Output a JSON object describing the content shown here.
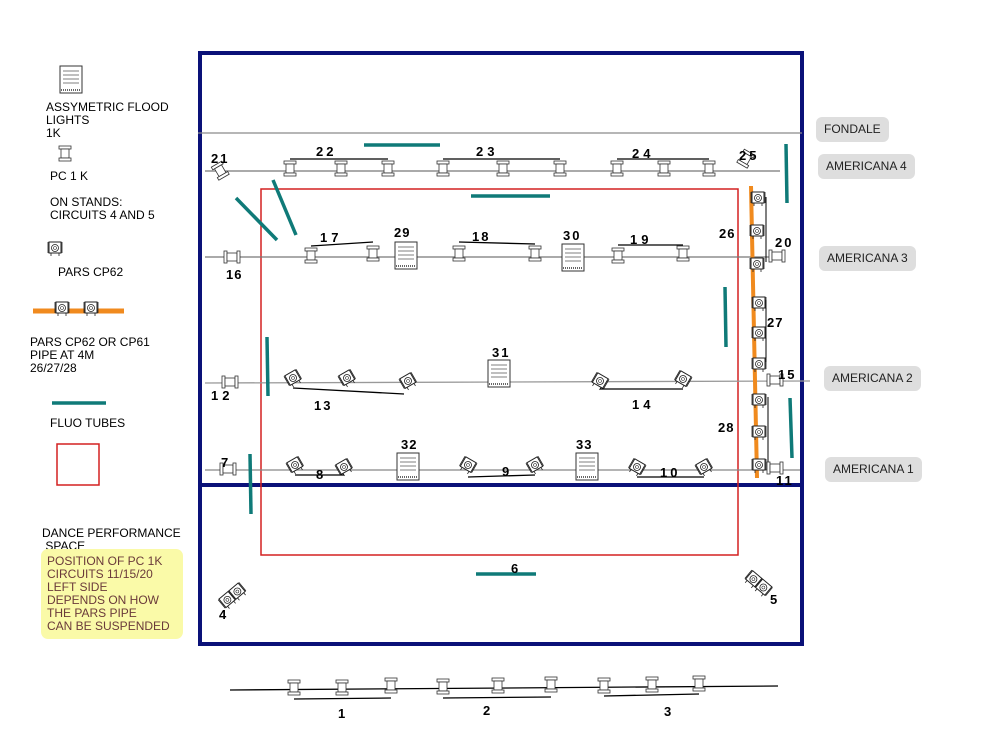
{
  "legend": {
    "flood": [
      "ASSYMETRIC FLOOD",
      "LIGHTS",
      "1K"
    ],
    "pc": "PC 1 K",
    "stands": [
      "ON STANDS:",
      "CIRCUITS 4 AND 5"
    ],
    "pars": "PARS CP62",
    "pars_pipe": [
      "PARS CP62 OR CP61",
      "PIPE AT 4M",
      "26/27/28"
    ],
    "fluo": "FLUO TUBES",
    "dance": [
      "DANCE PERFORMANCE",
      " SPACE"
    ]
  },
  "note": [
    "POSITION OF PC 1K",
    "CIRCUITS  11/15/20",
    "LEFT SIDE",
    "DEPENDS ON HOW",
    "THE PARS PIPE",
    "CAN BE SUSPENDED"
  ],
  "pipes": {
    "fondale": "FONDALE",
    "americana4": "AMERICANA 4",
    "americana3": "AMERICANA 3",
    "americana2": "AMERICANA 2",
    "americana1": "AMERICANA 1"
  },
  "circuits": [
    "1",
    "2",
    "3",
    "4",
    "5",
    "6",
    "7",
    "8",
    "9",
    "10",
    "11",
    "12",
    "13",
    "14",
    "15",
    "16",
    "17",
    "18",
    "19",
    "20",
    "21",
    "22",
    "23",
    "24",
    "25",
    "26",
    "27",
    "28",
    "29",
    "30",
    "31",
    "32",
    "33"
  ],
  "colors": {
    "stage": "#0a1178",
    "dance_space": "#d42020",
    "fluo": "#0f7a78",
    "pars_pipe": "#f08a1e",
    "pipe": "#8a8a8a",
    "pipe_label_bg": "#dedede",
    "note_bg": "#fafaa8"
  }
}
